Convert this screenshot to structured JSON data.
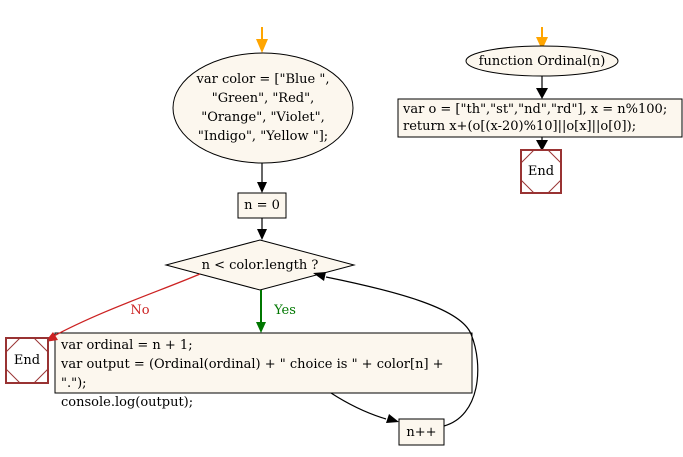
{
  "colors": {
    "background": "#ffffff",
    "text": "#000000",
    "stroke": "#000000",
    "shape_fill": "#fcf7ee",
    "start_arrow": "#ffa500",
    "yes_green": "#007700",
    "no_red": "#cc2222",
    "end_border": "#993333"
  },
  "main_flow": {
    "declare_node": {
      "text": "var color = [\"Blue \",\n\"Green\", \"Red\",\n\"Orange\", \"Violet\",\n\"Indigo\", \"Yellow \"];"
    },
    "init_node": {
      "text": "n = 0"
    },
    "condition_node": {
      "text": "n < color.length ?"
    },
    "yes_label": "Yes",
    "no_label": "No",
    "body_node": {
      "text": "var ordinal = n + 1;\nvar output = (Ordinal(ordinal) + \" choice is \" + color[n] + \".\");\nconsole.log(output);"
    },
    "increment_node": {
      "text": "n++"
    },
    "end_node": {
      "text": "End"
    }
  },
  "ordinal_flow": {
    "function_node": {
      "text": "function Ordinal(n)"
    },
    "body_node": {
      "text": "var o = [\"th\",\"st\",\"nd\",\"rd\"], x = n%100;\nreturn x+(o[(x-20)%10]||o[x]||o[0]);"
    },
    "end_node": {
      "text": "End"
    }
  }
}
